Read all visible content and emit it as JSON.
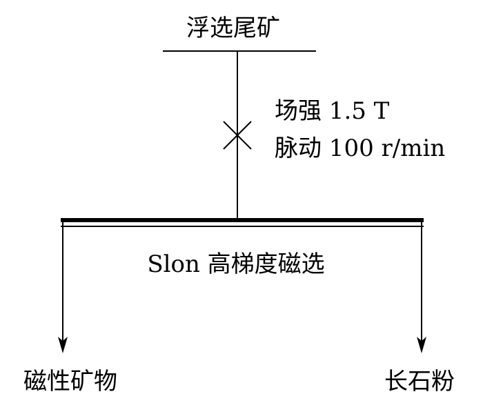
{
  "diagram": {
    "feed": {
      "label": "浮选尾矿"
    },
    "operation_conditions": {
      "field_strength": "场强 1.5 T",
      "pulsation": "脉动 100 r/min"
    },
    "process": {
      "label": "Slon 高梯度磁选"
    },
    "outputs": {
      "magnetic": "磁性矿物",
      "nonmagnetic": "长石粉"
    },
    "colors": {
      "line": "#000000",
      "background": "#ffffff"
    }
  }
}
